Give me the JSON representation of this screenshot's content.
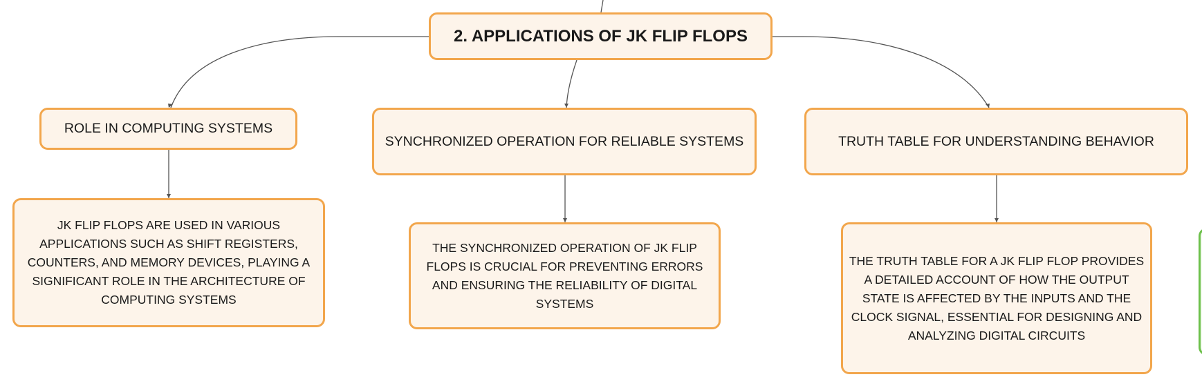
{
  "mindmap": {
    "root": {
      "title": "2. APPLICATIONS OF JK FLIP FLOPS"
    },
    "branches": [
      {
        "topic": "ROLE IN COMPUTING SYSTEMS",
        "detail": "JK FLIP FLOPS ARE USED IN VARIOUS APPLICATIONS SUCH AS SHIFT REGISTERS, COUNTERS, AND MEMORY DEVICES, PLAYING A SIGNIFICANT ROLE IN THE ARCHITECTURE OF COMPUTING SYSTEMS"
      },
      {
        "topic": "SYNCHRONIZED OPERATION FOR RELIABLE SYSTEMS",
        "detail": "THE SYNCHRONIZED OPERATION OF JK FLIP FLOPS IS CRUCIAL FOR PREVENTING ERRORS AND ENSURING THE RELIABILITY OF DIGITAL SYSTEMS"
      },
      {
        "topic": "TRUTH TABLE FOR UNDERSTANDING BEHAVIOR",
        "detail": "THE TRUTH TABLE FOR A JK FLIP FLOP PROVIDES A DETAILED ACCOUNT OF HOW THE OUTPUT STATE IS AFFECTED BY THE INPUTS AND THE CLOCK SIGNAL, ESSENTIAL FOR DESIGNING AND ANALYZING DIGITAL CIRCUITS"
      }
    ]
  },
  "colors": {
    "node_fill": "#fdf4ea",
    "node_border": "#f2a64c",
    "connector": "#555555",
    "offscreen_node_border": "#6cc04a"
  }
}
